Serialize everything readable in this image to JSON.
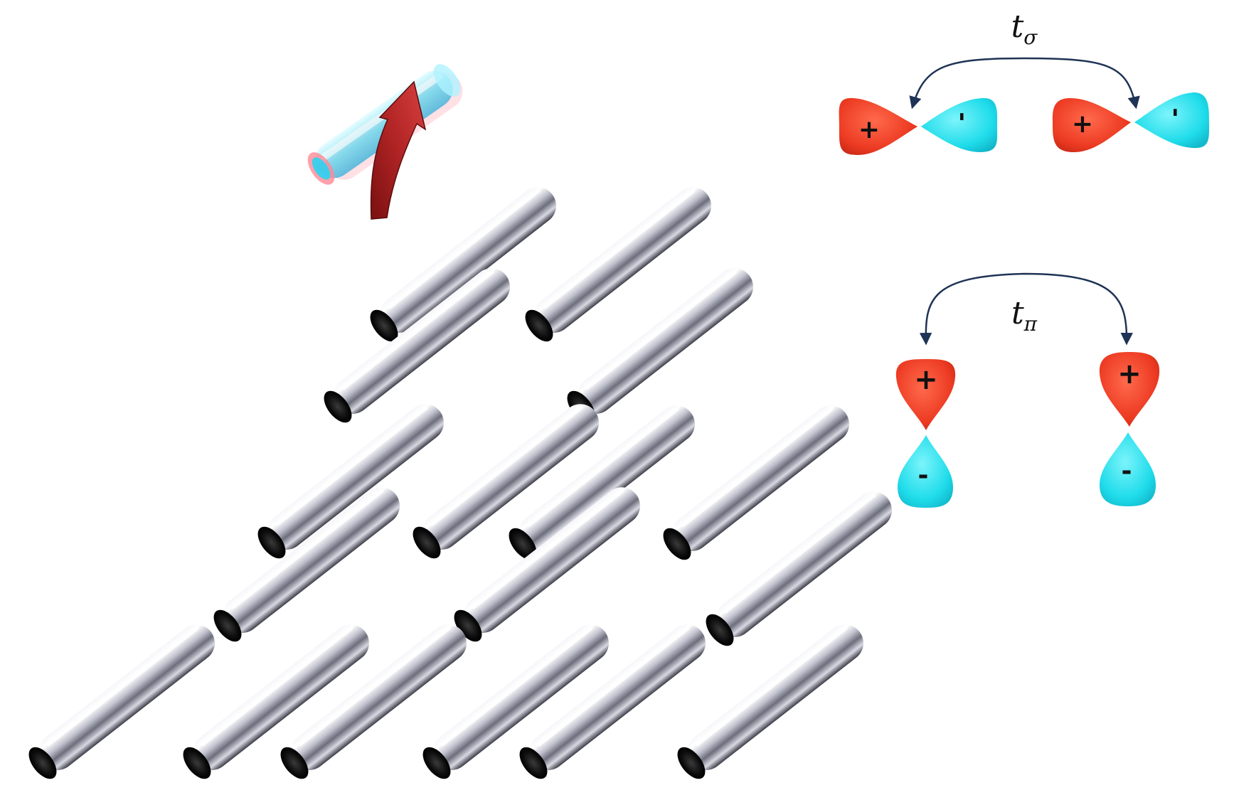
{
  "labels": {
    "t_sigma": "t",
    "t_sigma_sub": "σ",
    "t_pi": "t",
    "t_pi_sub": "π"
  },
  "signs": {
    "plus": "+",
    "minus": "-"
  },
  "colors": {
    "lobe_positive": "#ee3b22",
    "lobe_negative": "#22e0ee",
    "arrow_hop": "#1e3355",
    "arrow_rotation": "#a82020",
    "rod_highlight": "#ffffff",
    "rod_shadow": "#2a2a36",
    "rod_end": "#0a0a0a"
  },
  "icons": {
    "rod": "nanorod-cylinder",
    "rotation": "curved-rotation-arrow",
    "orbital": "p-orbital-lobe"
  }
}
